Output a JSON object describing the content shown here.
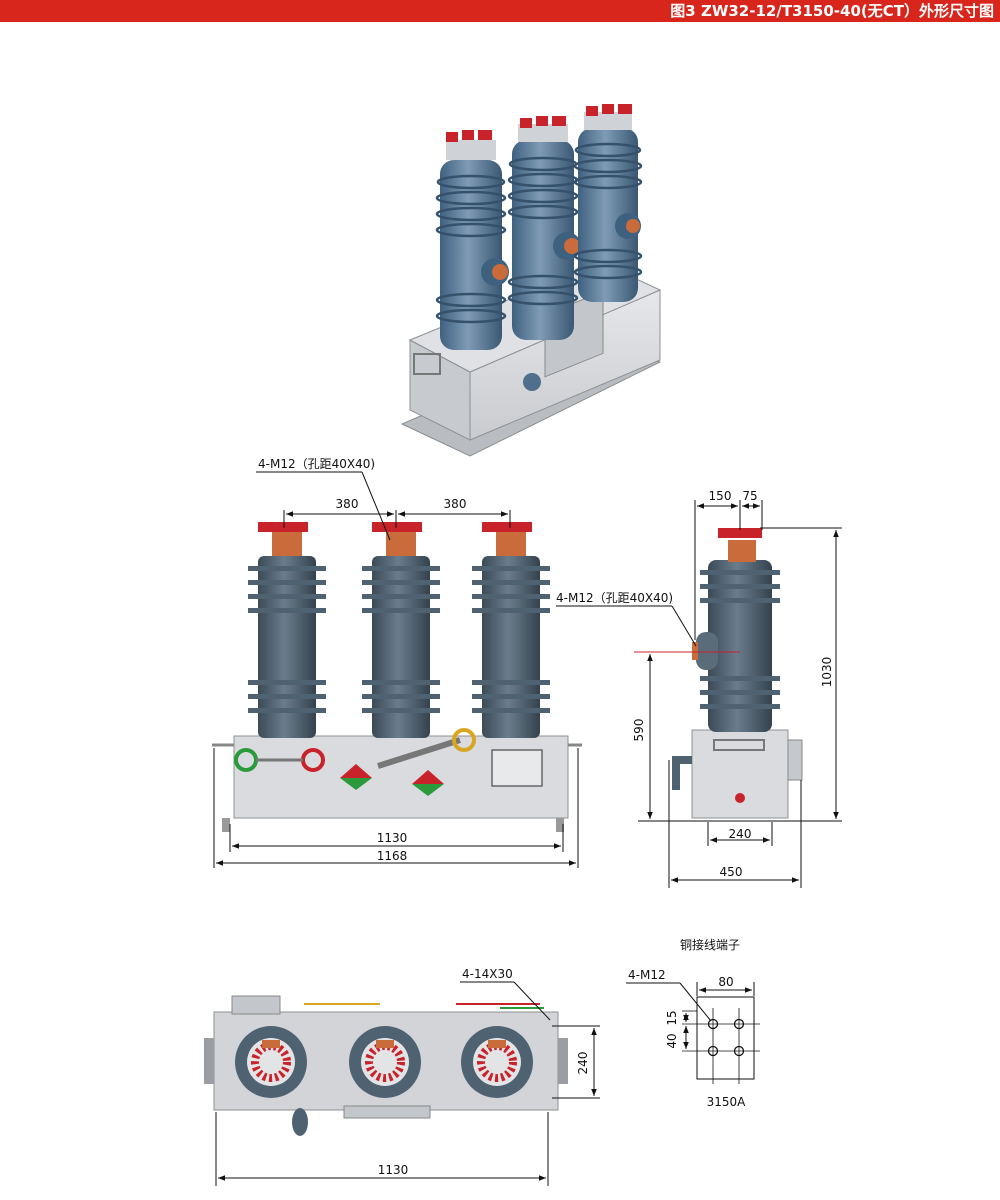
{
  "header": {
    "title": "图3 ZW32-12/T3150-40(无CT）外形尺寸图",
    "bar_color": "#d9261c"
  },
  "front_view": {
    "callout": "4-M12（孔距40X40)",
    "dim_pitch_left": "380",
    "dim_pitch_right": "380",
    "dim_inner_width": "1130",
    "dim_outer_width": "1168"
  },
  "side_view": {
    "dim_top_left": "150",
    "dim_top_right": "75",
    "callout": "4-M12（孔距40X40)",
    "dim_height": "1030",
    "dim_axis_height": "590",
    "dim_base": "240",
    "dim_depth": "450"
  },
  "top_view": {
    "callout": "4-14X30",
    "dim_side": "240",
    "dim_width": "1130"
  },
  "terminal": {
    "title": "铜接线端子",
    "callout": "4-M12",
    "dim_width": "80",
    "dim_top": "15",
    "dim_pitch": "40",
    "rating": "3150A"
  },
  "colors": {
    "insulator": "#4f6272",
    "insulator_iso": "#4f6f8c",
    "cabinet": "#d9dbde",
    "terminal_red": "#c8222a",
    "copper": "#c96b3a"
  }
}
